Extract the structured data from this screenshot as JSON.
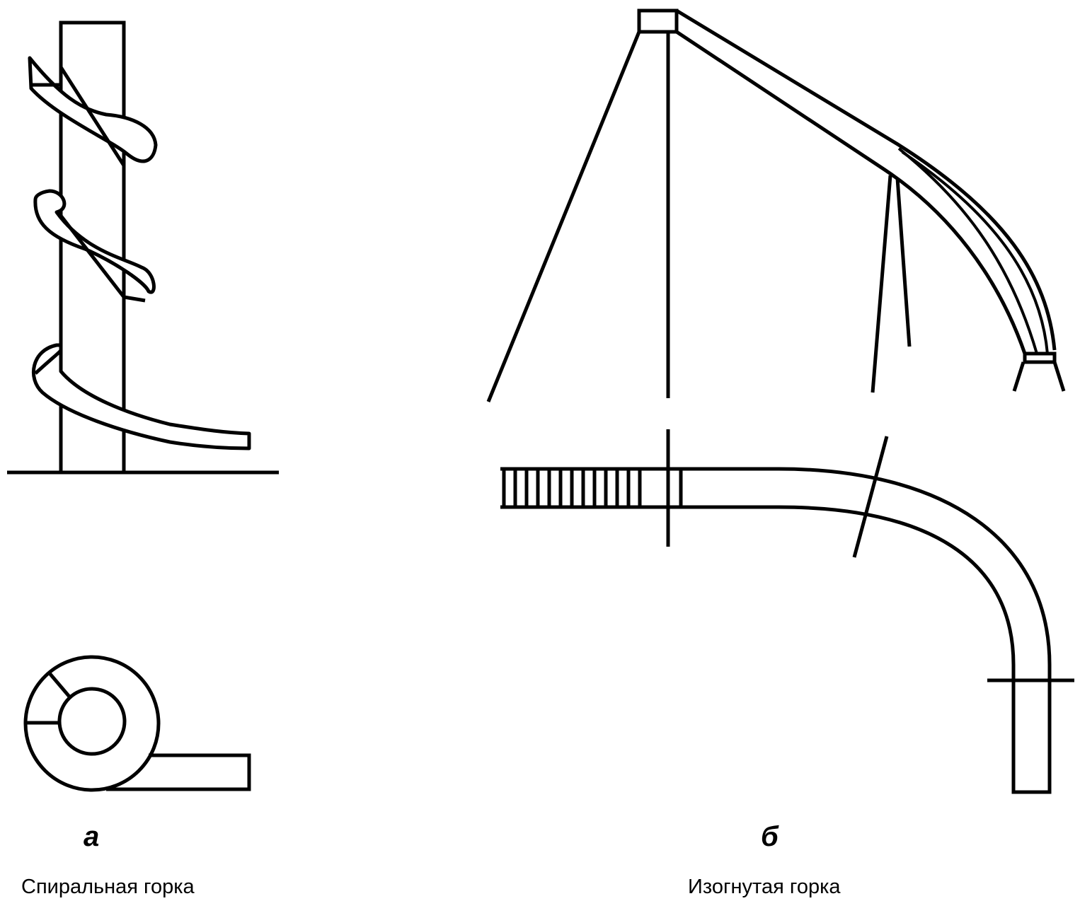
{
  "panels": [
    {
      "letter": "а",
      "caption": "Спиральная горка"
    },
    {
      "letter": "б",
      "caption": "Изогнутая горка"
    }
  ],
  "colors": {
    "ink": "#000000",
    "paper": "#ffffff"
  }
}
